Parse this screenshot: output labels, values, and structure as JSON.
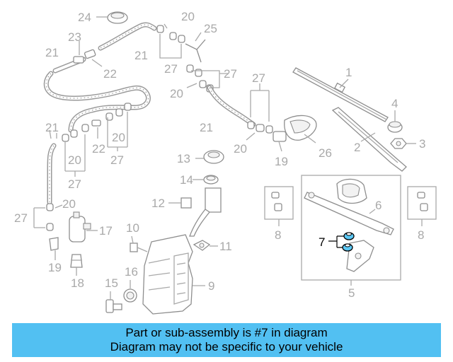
{
  "callouts": {
    "c1": "1",
    "c2": "2",
    "c3": "3",
    "c4": "4",
    "c5": "5",
    "c6": "6",
    "c7": "7",
    "c8a": "8",
    "c8b": "8",
    "c9": "9",
    "c11": "11",
    "c12": "12",
    "c13": "13",
    "c14": "14",
    "c15": "15",
    "c16": "16",
    "c17": "17",
    "c18": "18",
    "c19a": "19",
    "c19b": "19",
    "c20a": "20",
    "c20b": "20",
    "c20c": "20",
    "c20d": "20",
    "c20e": "20",
    "c20f": "20",
    "c21a": "21",
    "c21b": "21",
    "c21c": "21",
    "c21d": "21",
    "c22a": "22",
    "c22b": "22",
    "c23": "23",
    "c24": "24",
    "c25": "25",
    "c26": "26",
    "c27a": "27",
    "c27b": "27",
    "c27c": "27",
    "c27d": "27",
    "c27e": "27",
    "c27f": "27",
    "c10": "10"
  },
  "highlighted_part": "7",
  "colors": {
    "highlight": "#5bc8f5",
    "banner": "#52c0f2",
    "callout": "#a9a9a9"
  },
  "banner": {
    "line1": "Part or sub-assembly is #7 in diagram",
    "line2": "Diagram may not be specific to your vehicle"
  }
}
